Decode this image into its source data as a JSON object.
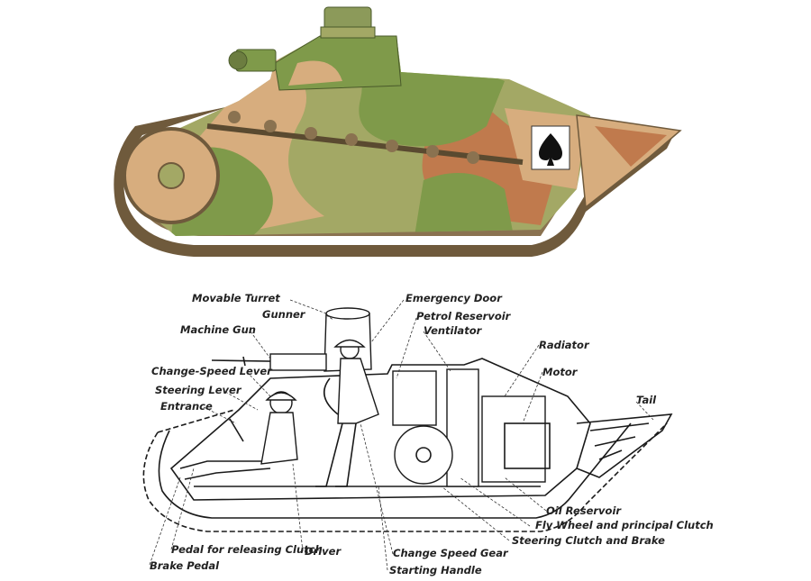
{
  "colors": {
    "camo_green": "#7f9a4a",
    "camo_olive": "#a3a865",
    "camo_tan": "#d7ad7e",
    "camo_rust": "#c07a4d",
    "track": "#6f5a3c",
    "ink": "#1a1a1a"
  },
  "top_illustration": {
    "insignia": "spade-icon"
  },
  "diagram": {
    "labels": {
      "movable_turret": "Movable Turret",
      "gunner": "Gunner",
      "machine_gun": "Machine Gun",
      "change_speed_lever": "Change-Speed Lever",
      "steering_lever": "Steering Lever",
      "entrance": "Entrance",
      "emergency_door": "Emergency Door",
      "petrol_reservoir": "Petrol Reservoir",
      "ventilator": "Ventilator",
      "radiator": "Radiator",
      "motor": "Motor",
      "tail": "Tail",
      "oil_reservoir": "Oil Reservoir",
      "fly_wheel": "Fly Wheel and principal Clutch",
      "steering_clutch": "Steering Clutch and Brake",
      "change_speed_gear": "Change Speed Gear",
      "starting_handle": "Starting Handle",
      "driver": "Driver",
      "pedal_clutch": "Pedal for releasing Clutch",
      "brake_pedal": "Brake Pedal"
    }
  }
}
